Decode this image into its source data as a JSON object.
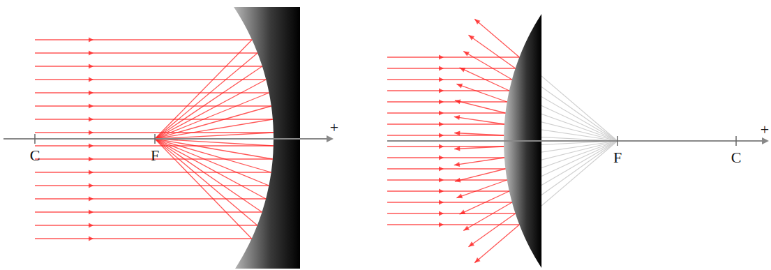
{
  "diagram": {
    "labels": [
      "C",
      "F",
      "+",
      "F",
      "C",
      "+"
    ]
  }
}
